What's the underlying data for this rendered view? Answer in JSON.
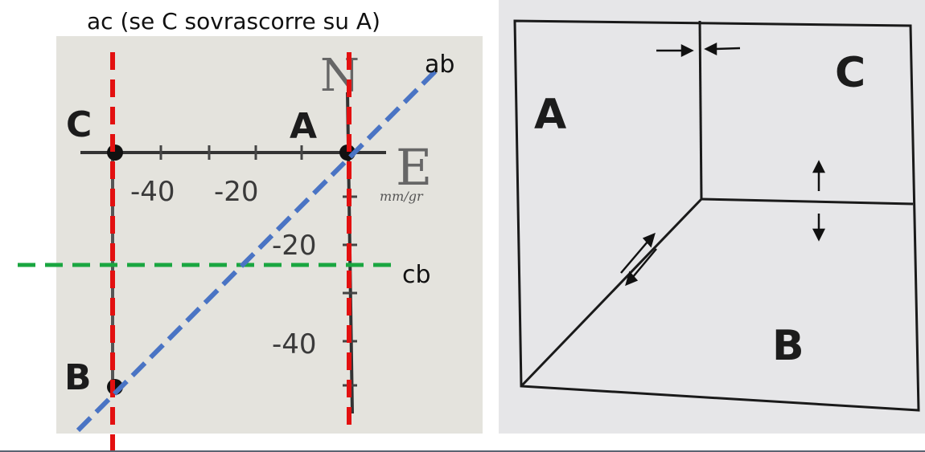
{
  "caption": "ac (se C sovrascorre su A)",
  "left_diagram": {
    "points": {
      "a": "A",
      "b": "B",
      "c": "C"
    },
    "axis": {
      "north": "N",
      "east": "E",
      "unit": "mm/gr"
    },
    "x_ticks": [
      "-40",
      "-20"
    ],
    "y_ticks": [
      "-20",
      "-40"
    ],
    "line_labels": {
      "ab": "ab",
      "cb": "cb"
    }
  },
  "right_diagram": {
    "blocks": {
      "a": "A",
      "b": "B",
      "c": "C"
    }
  },
  "colors": {
    "red_dash": "#e31010",
    "blue_dash": "#4a74c4",
    "green_dash": "#1aa640"
  }
}
